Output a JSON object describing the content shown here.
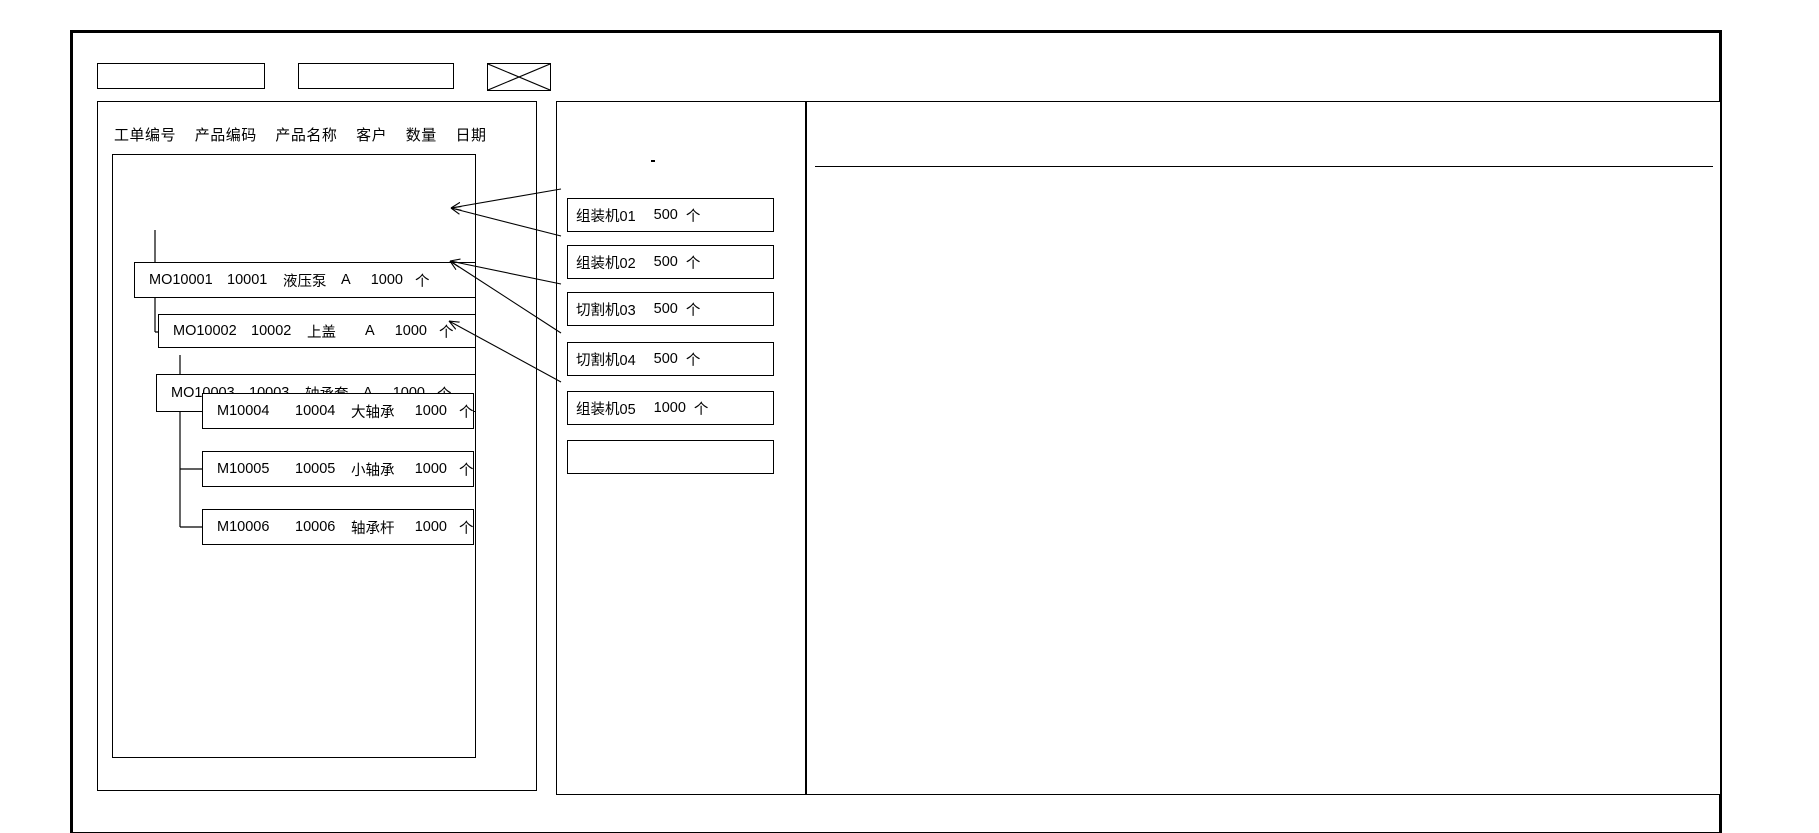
{
  "window": {
    "title": ""
  },
  "toolbar": {
    "field_one_value": "",
    "field_two_value": "",
    "image_placeholder_label": ""
  },
  "left_panel": {
    "columns": [
      "工单编号",
      "产品编码",
      "产品名称",
      "客户",
      "数量",
      "日期"
    ],
    "rows": [
      {
        "level": 0,
        "order_no": "MO10001",
        "product_code": "10001",
        "product_name": "液压泵",
        "customer": "A",
        "qty": "1000",
        "unit": "个",
        "date": ""
      },
      {
        "level": 1,
        "order_no": "MO10002",
        "product_code": "10002",
        "product_name": "上盖",
        "customer": "A",
        "qty": "1000",
        "unit": "个",
        "date": ""
      },
      {
        "level": 1,
        "order_no": "MO10003",
        "product_code": "10003",
        "product_name": "轴承套",
        "customer": "A",
        "qty": "1000",
        "unit": "个",
        "date": ""
      },
      {
        "level": 2,
        "order_no": "M10004",
        "product_code": "10004",
        "product_name": "大轴承",
        "customer": "",
        "qty": "1000",
        "unit": "个",
        "date": ""
      },
      {
        "level": 2,
        "order_no": "M10005",
        "product_code": "10005",
        "product_name": "小轴承",
        "customer": "",
        "qty": "1000",
        "unit": "个",
        "date": ""
      },
      {
        "level": 2,
        "order_no": "M10006",
        "product_code": "10006",
        "product_name": "轴承杆",
        "customer": "",
        "qty": "1000",
        "unit": "个",
        "date": ""
      }
    ]
  },
  "middle_panel": {
    "machines": [
      {
        "name": "组装机01",
        "qty": "500",
        "unit": "个"
      },
      {
        "name": "组装机02",
        "qty": "500",
        "unit": "个"
      },
      {
        "name": "切割机03",
        "qty": "500",
        "unit": "个"
      },
      {
        "name": "切割机04",
        "qty": "500",
        "unit": "个"
      },
      {
        "name": "组装机05",
        "qty": "1000",
        "unit": "个"
      }
    ],
    "empty_slot_label": ""
  },
  "right_panel": {
    "header_text": "",
    "body_text": ""
  },
  "colors": {
    "stroke": "#000000",
    "background": "#ffffff"
  }
}
